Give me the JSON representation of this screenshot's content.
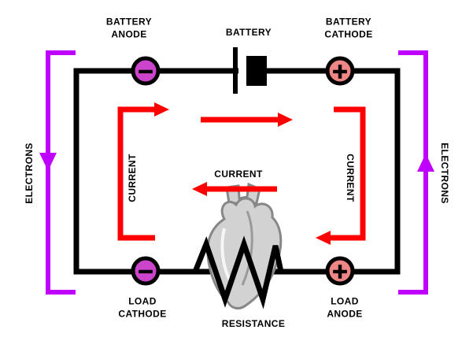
{
  "colors": {
    "background": "#ffffff",
    "wire": "#000000",
    "current_arrow": "#ff0000",
    "electron_path": "#bf00ff",
    "anode_terminal_fill": "#cc44cc",
    "cathode_terminal_fill": "#f08585",
    "heart_fill": "#d2d2d2",
    "heart_outline": "#878787",
    "text": "#000000"
  },
  "labels": {
    "battery_anode": "BATTERY\nANODE",
    "battery": "BATTERY",
    "battery_cathode": "BATTERY\nCATHODE",
    "load_cathode": "LOAD\nCATHODE",
    "load_anode": "LOAD\nANODE",
    "resistance": "RESISTANCE",
    "current_left": "CURRENT",
    "current_center": "CURRENT",
    "current_right": "CURRENT",
    "electrons_left": "ELECTRONS",
    "electrons_right": "ELECTRONS"
  },
  "terminals": {
    "battery_anode": {
      "sign": "−"
    },
    "battery_cathode": {
      "sign": "+"
    },
    "load_cathode": {
      "sign": "−"
    },
    "load_anode": {
      "sign": "+"
    }
  }
}
